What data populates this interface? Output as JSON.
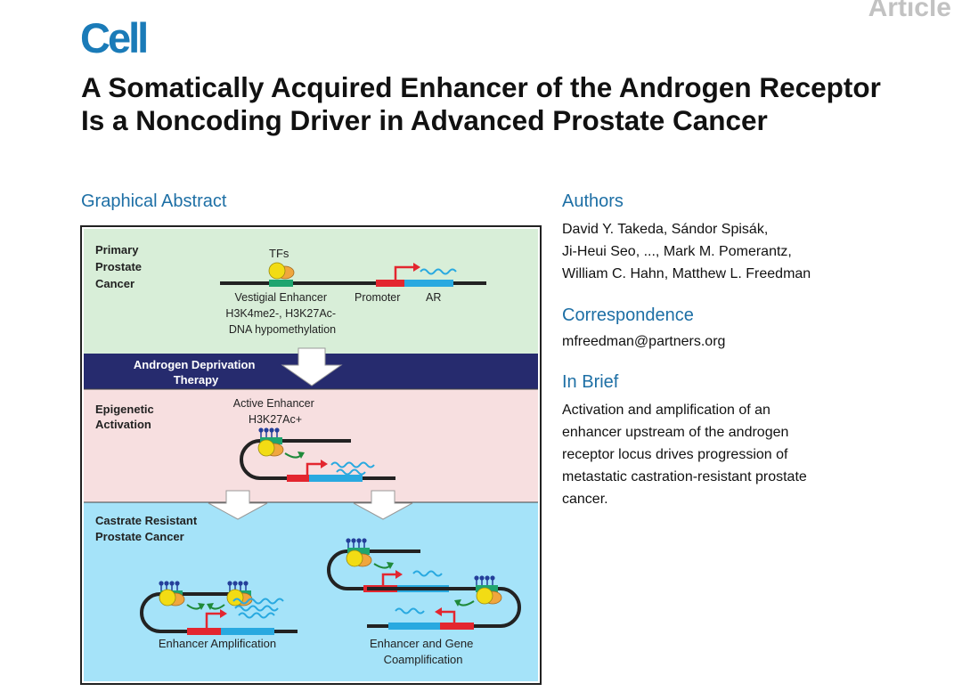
{
  "header": {
    "article_type": "Article",
    "journal": "Cell",
    "title": "A Somatically Acquired Enhancer of the Androgen Receptor Is a Noncoding Driver in Advanced Prostate Cancer"
  },
  "graphical_abstract": {
    "heading": "Graphical Abstract",
    "panels": {
      "primary": {
        "label_lines": [
          "Primary",
          "Prostate",
          "Cancer"
        ],
        "tfs": "TFs",
        "enhancer_lines": [
          "Vestigial Enhancer",
          "H3K4me2-, H3K27Ac-",
          "DNA hypomethylation"
        ],
        "promoter": "Promoter",
        "gene": "AR"
      },
      "therapy": {
        "label_lines": [
          "Androgen Deprivation",
          "Therapy"
        ]
      },
      "epigenetic": {
        "label_lines": [
          "Epigenetic",
          "Activation"
        ],
        "enhancer_lines": [
          "Active Enhancer",
          "H3K27Ac+"
        ]
      },
      "resistant": {
        "label_lines": [
          "Castrate Resistant",
          "Prostate Cancer"
        ],
        "left_caption": "Enhancer Amplification",
        "right_caption_lines": [
          "Enhancer and Gene",
          "Coamplification"
        ]
      }
    },
    "colors": {
      "primary_bg": "#d8eed8",
      "therapy_bg": "#262b6e",
      "epigenetic_bg": "#f7dfe0",
      "resistant_bg": "#a5e3f9",
      "dna": "#222222",
      "promoter": "#e3262f",
      "gene": "#29a9e0",
      "enhancer": "#1fa56f",
      "tf": "#f2dc14",
      "tf_partner": "#f0a63e",
      "mark": "#243f9a",
      "arrow": "#1f8a3a"
    }
  },
  "authors": {
    "heading": "Authors",
    "lines": [
      "David Y. Takeda, Sándor Spisák,",
      "Ji-Heui Seo, ..., Mark M. Pomerantz,",
      "William C. Hahn, Matthew L. Freedman"
    ]
  },
  "correspondence": {
    "heading": "Correspondence",
    "email": "mfreedman@partners.org"
  },
  "in_brief": {
    "heading": "In Brief",
    "lines": [
      "Activation and amplification of an",
      "enhancer upstream of the androgen",
      "receptor locus drives progression of",
      "metastatic castration-resistant prostate",
      "cancer."
    ]
  }
}
